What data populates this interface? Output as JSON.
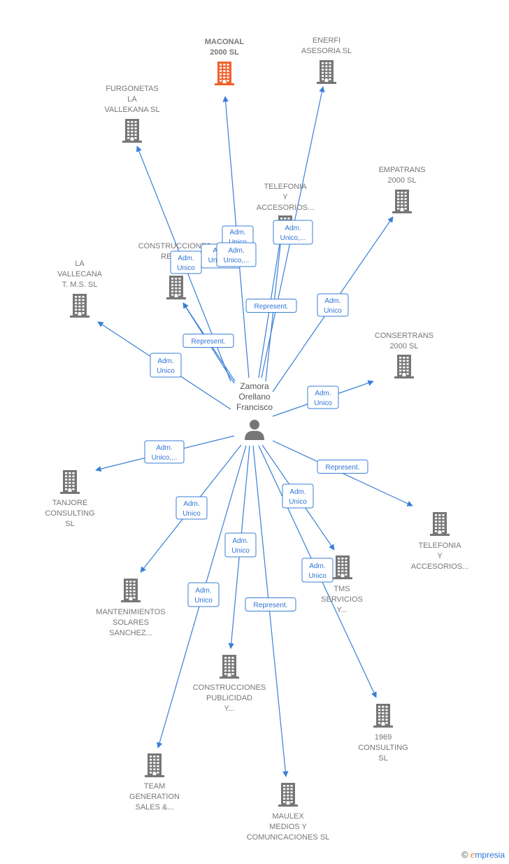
{
  "colors": {
    "edge": "#3a7fd6",
    "node": "#767676",
    "highlight": "#f0622d",
    "label": "#777777"
  },
  "center": {
    "name_lines": [
      "Zamora",
      "Orellano",
      "Francisco"
    ],
    "icon": "person-icon"
  },
  "companies": [
    {
      "id": "maconal",
      "lines": [
        "MACONAL",
        "2000  SL"
      ],
      "highlight": true
    },
    {
      "id": "enerfi",
      "lines": [
        "ENERFI",
        "ASESORIA SL"
      ]
    },
    {
      "id": "furgonetas",
      "lines": [
        "FURGONETAS",
        "LA",
        "VALLEKANA  SL"
      ]
    },
    {
      "id": "empatrans",
      "lines": [
        "EMPATRANS",
        "2000  SL"
      ]
    },
    {
      "id": "telefonia1",
      "lines": [
        "TELEFONIA",
        "Y",
        "ACCESORIOS..."
      ]
    },
    {
      "id": "construcciones1",
      "lines": [
        "CONSTRUCCIONES",
        "REFO..."
      ]
    },
    {
      "id": "lavallecana",
      "lines": [
        "LA",
        "VALLECANA",
        "T. M.S.  SL"
      ]
    },
    {
      "id": "consertrans",
      "lines": [
        "CONSERTRANS",
        "2000  SL"
      ]
    },
    {
      "id": "tanjore",
      "lines": [
        "TANJORE",
        "CONSULTING",
        "SL"
      ]
    },
    {
      "id": "telefonia2",
      "lines": [
        "TELEFONIA",
        "Y",
        "ACCESORIOS..."
      ]
    },
    {
      "id": "mantenimientos",
      "lines": [
        "MANTENIMIENTOS",
        "SOLARES",
        "SANCHEZ..."
      ]
    },
    {
      "id": "tms",
      "lines": [
        "TMS",
        "SERVICIOS",
        "Y..."
      ]
    },
    {
      "id": "construcciones2",
      "lines": [
        "CONSTRUCCIONES",
        "PUBLICIDAD",
        "Y..."
      ]
    },
    {
      "id": "c1969",
      "lines": [
        "1969",
        "CONSULTING",
        "SL"
      ]
    },
    {
      "id": "team",
      "lines": [
        "TEAM",
        "GENERATION",
        "SALES &..."
      ]
    },
    {
      "id": "maulex",
      "lines": [
        "MAULEX",
        "MEDIOS Y",
        "COMUNICACIONES SL"
      ]
    }
  ],
  "relations": [
    {
      "to": "maconal",
      "lines": [
        "Adm.",
        "Unico"
      ]
    },
    {
      "to": "enerfi",
      "lines": [
        "Adm.",
        "Unico,..."
      ]
    },
    {
      "to": "furgonetas",
      "lines": [
        "Adm.",
        "Unico"
      ]
    },
    {
      "to": "telefonia1",
      "lines": [
        "Represent."
      ]
    },
    {
      "to": "telefonia1",
      "lines": [
        "Adm.",
        "Unico,..."
      ]
    },
    {
      "to": "empatrans",
      "lines": [
        "Adm.",
        "Unico"
      ]
    },
    {
      "to": "construcciones1",
      "lines": [
        "Represent."
      ]
    },
    {
      "to": "lavallecana",
      "lines": [
        "Adm.",
        "Unico"
      ]
    },
    {
      "to": "consertrans",
      "lines": [
        "Adm.",
        "Unico"
      ]
    },
    {
      "to": "tanjore",
      "lines": [
        "Adm.",
        "Unico,..."
      ]
    },
    {
      "to": "telefonia2",
      "lines": [
        "Represent."
      ]
    },
    {
      "to": "mantenimientos",
      "lines": [
        "Adm.",
        "Unico"
      ]
    },
    {
      "to": "tms",
      "lines": [
        "Adm.",
        "Unico"
      ]
    },
    {
      "to": "construcciones2",
      "lines": [
        "Adm.",
        "Unico"
      ]
    },
    {
      "to": "c1969",
      "lines": [
        "Adm.",
        "Unico"
      ]
    },
    {
      "to": "team",
      "lines": [
        "Adm.",
        "Unico"
      ]
    },
    {
      "to": "maulex",
      "lines": [
        "Represent."
      ]
    },
    {
      "to": "construcciones1",
      "lines": [
        "Adm.",
        "Unico,..."
      ]
    }
  ],
  "brand": {
    "copyright": "©",
    "initial": "e",
    "name": "mpresia"
  }
}
